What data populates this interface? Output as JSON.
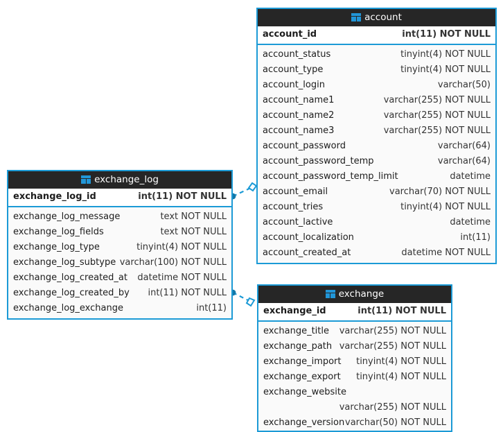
{
  "diagram": {
    "type": "database-er-diagram",
    "background": "#ffffff",
    "accent_color": "#1b9ad6",
    "header_color": "#262626",
    "header_text_color": "#ffffff",
    "row_background": "#fafafa",
    "pk_row_background": "#ffffff",
    "table_icon": "table-grid-icon",
    "entities": [
      {
        "name": "account",
        "primary_key": {
          "name": "account_id",
          "type": "int(11) NOT NULL"
        },
        "columns": [
          {
            "name": "account_status",
            "type": "tinyint(4) NOT NULL"
          },
          {
            "name": "account_type",
            "type": "tinyint(4) NOT NULL"
          },
          {
            "name": "account_login",
            "type": "varchar(50)"
          },
          {
            "name": "account_name1",
            "type": "varchar(255) NOT NULL"
          },
          {
            "name": "account_name2",
            "type": "varchar(255) NOT NULL"
          },
          {
            "name": "account_name3",
            "type": "varchar(255) NOT NULL"
          },
          {
            "name": "account_password",
            "type": "varchar(64)"
          },
          {
            "name": "account_password_temp",
            "type": "varchar(64)"
          },
          {
            "name": "account_password_temp_limit",
            "type": "datetime"
          },
          {
            "name": "account_email",
            "type": "varchar(70) NOT NULL"
          },
          {
            "name": "account_tries",
            "type": "tinyint(4) NOT NULL"
          },
          {
            "name": "account_lactive",
            "type": "datetime"
          },
          {
            "name": "account_localization",
            "type": "int(11)"
          },
          {
            "name": "account_created_at",
            "type": "datetime NOT NULL"
          }
        ]
      },
      {
        "name": "exchange_log",
        "primary_key": {
          "name": "exchange_log_id",
          "type": "int(11) NOT NULL"
        },
        "columns": [
          {
            "name": "exchange_log_message",
            "type": "text NOT NULL"
          },
          {
            "name": "exchange_log_fields",
            "type": "text NOT NULL"
          },
          {
            "name": "exchange_log_type",
            "type": "tinyint(4) NOT NULL"
          },
          {
            "name": "exchange_log_subtype",
            "type": "varchar(100) NOT NULL"
          },
          {
            "name": "exchange_log_created_at",
            "type": "datetime NOT NULL"
          },
          {
            "name": "exchange_log_created_by",
            "type": "int(11) NOT NULL"
          },
          {
            "name": "exchange_log_exchange",
            "type": "int(11)"
          }
        ]
      },
      {
        "name": "exchange",
        "primary_key": {
          "name": "exchange_id",
          "type": "int(11) NOT NULL"
        },
        "columns": [
          {
            "name": "exchange_title",
            "type": "varchar(255) NOT NULL"
          },
          {
            "name": "exchange_path",
            "type": "varchar(255) NOT NULL"
          },
          {
            "name": "exchange_import",
            "type": "tinyint(4) NOT NULL"
          },
          {
            "name": "exchange_export",
            "type": "tinyint(4) NOT NULL"
          },
          {
            "name": "exchange_website",
            "type": "varchar(255) NOT NULL"
          },
          {
            "name": "exchange_version",
            "type": "varchar(50) NOT NULL"
          }
        ]
      }
    ],
    "relationships": [
      {
        "from_entity": "exchange_log",
        "from_column": "exchange_log_created_by",
        "to_entity": "account",
        "to_column": "account_id",
        "from_marker": "filled-dot",
        "to_marker": "open-diamond",
        "line_style": "dashed",
        "color": "#1b9ad6"
      },
      {
        "from_entity": "exchange_log",
        "from_column": "exchange_log_exchange",
        "to_entity": "exchange",
        "to_column": "exchange_id",
        "from_marker": "filled-dot",
        "to_marker": "open-diamond",
        "line_style": "dashed",
        "color": "#1b9ad6"
      }
    ]
  }
}
